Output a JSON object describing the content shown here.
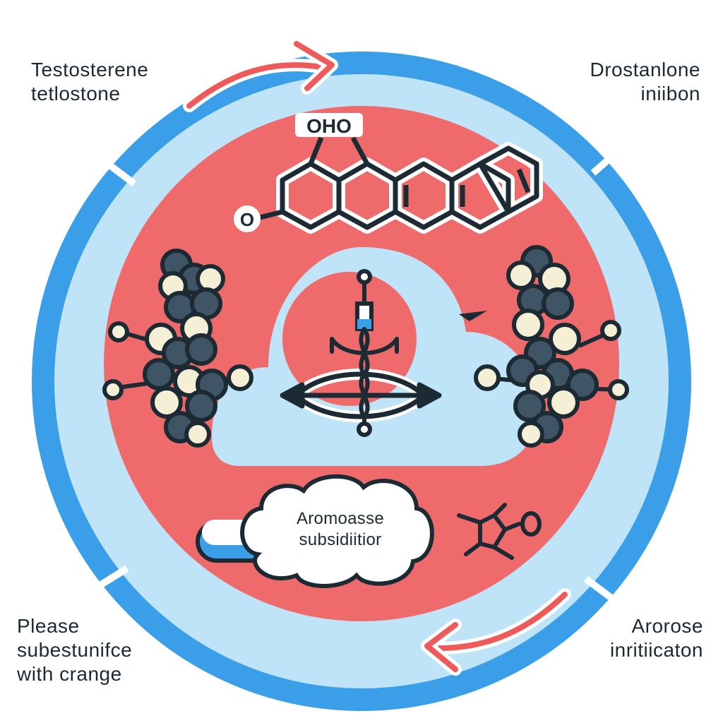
{
  "labels": {
    "top_left": [
      "Testosterene",
      "tetlostone"
    ],
    "top_right": [
      "Drostanlone",
      "iniibon"
    ],
    "bottom_left": [
      "Please",
      "subestunifce",
      "with crange"
    ],
    "bottom_right": [
      "Arorose",
      "inritiicaton"
    ]
  },
  "bubble": [
    "Aromoasse",
    "subsidiitior"
  ],
  "structure": {
    "oho": "OHO",
    "o_left": "O",
    "o_right": "O"
  },
  "colors": {
    "ring_blue": "#3a9ee8",
    "ring_light": "#bfe3f7",
    "center_red": "#ef6b6b",
    "arrow_red": "#ee5a5a",
    "atom_dark": "#3f5566",
    "atom_cream": "#f5efd6",
    "outline": "#1c2b33"
  },
  "icons": [
    "cycle-arrow-icon",
    "molecule-structure-icon",
    "atom-cluster-icon",
    "double-arrow-icon",
    "probe-icon",
    "cloud-bubble-icon"
  ]
}
